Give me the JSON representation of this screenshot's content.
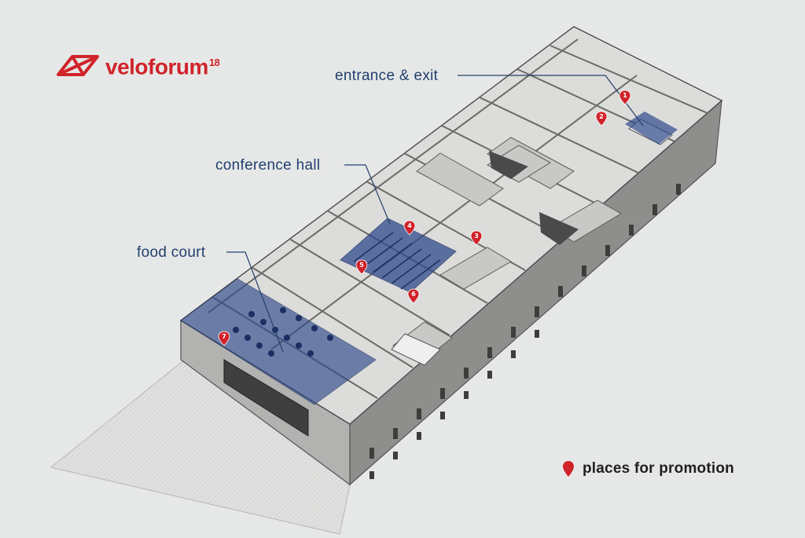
{
  "brand": {
    "name": "veloforum",
    "superscript": "18",
    "color": "#d1232a"
  },
  "labels": {
    "entrance": "entrance & exit",
    "conference": "conference hall",
    "food_court": "food court"
  },
  "legend": {
    "text": "places for promotion",
    "icon": "map-pin-icon"
  },
  "pins": [
    {
      "number": "1"
    },
    {
      "number": "2"
    },
    {
      "number": "3"
    },
    {
      "number": "4"
    },
    {
      "number": "5"
    },
    {
      "number": "6"
    },
    {
      "number": "7"
    }
  ],
  "colors": {
    "background": "#e6e8e7",
    "highlight": "#2f4a8c",
    "label": "#22406e",
    "pin": "#d1232a"
  }
}
